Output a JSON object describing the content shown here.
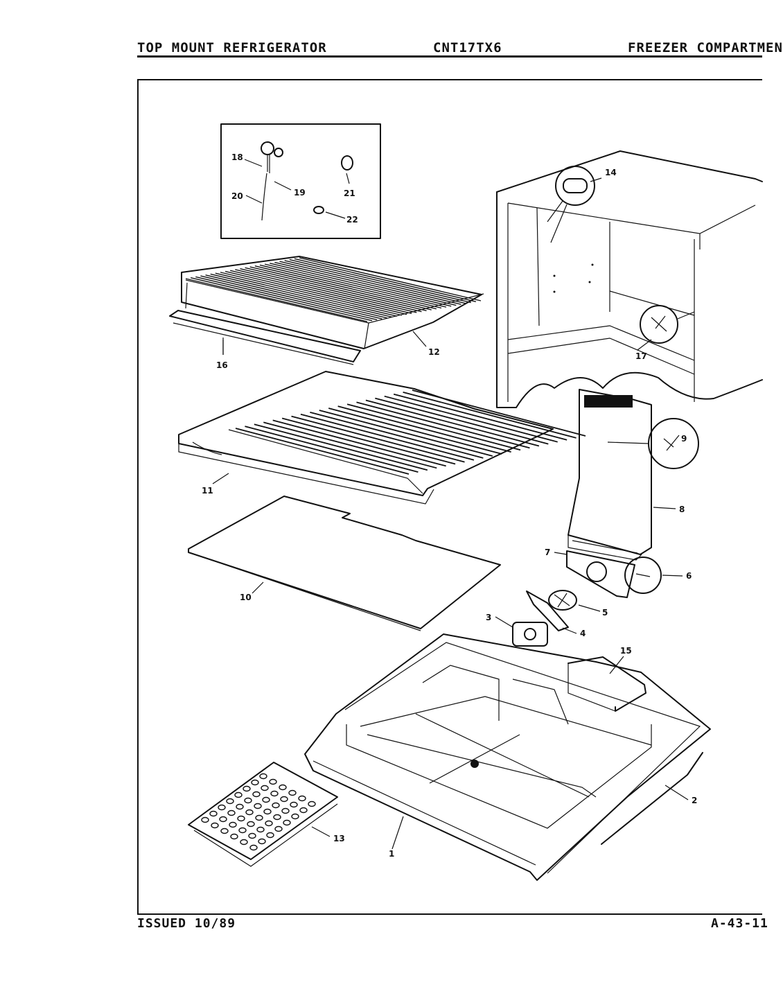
{
  "header": {
    "left": "TOP MOUNT REFRIGERATOR",
    "center": "CNT17TX6",
    "right": "FREEZER COMPARTMEN"
  },
  "footer": {
    "issued": "ISSUED 10/89",
    "code": "A-43-11"
  },
  "callouts": {
    "c1": "1",
    "c2": "2",
    "c3": "3",
    "c4": "4",
    "c5": "5",
    "c6": "6",
    "c7": "7",
    "c8": "8",
    "c9": "9",
    "c10": "10",
    "c11": "11",
    "c12": "12",
    "c13": "13",
    "c14": "14",
    "c15": "15",
    "c16": "16",
    "c17": "17",
    "c18": "18",
    "c19": "19",
    "c20": "20",
    "c21": "21",
    "c22": "22"
  }
}
